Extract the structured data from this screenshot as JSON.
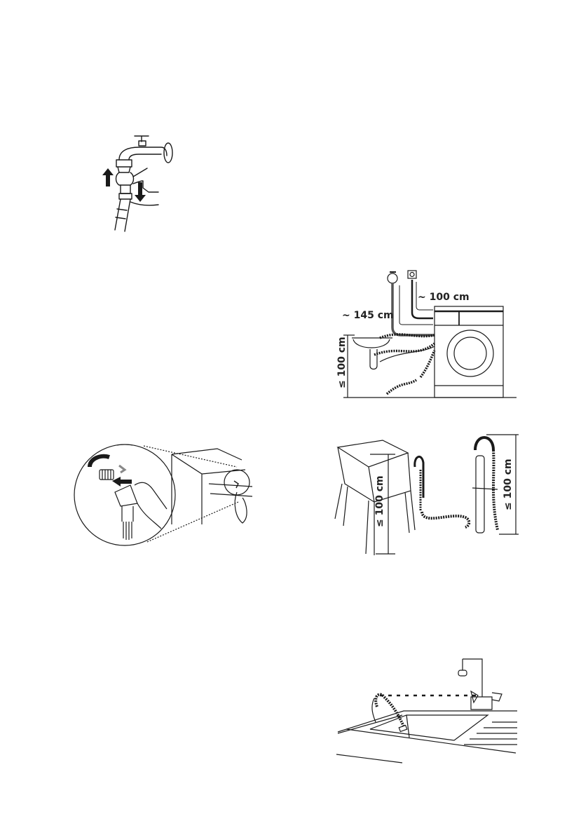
{
  "page": {
    "background": "#ffffff",
    "ink_color": "#1a1a1a"
  },
  "figures": {
    "tap_connection": {
      "description": "Hand screwing inlet hose onto water tap",
      "arrows": [
        "up-arrow",
        "down-arrow"
      ]
    },
    "hose_routing": {
      "description": "Washing machine beside sink with water tap and power socket above",
      "label_power": "~ 100 cm",
      "label_water": "~ 145 cm",
      "label_height": "≤ 100 cm"
    },
    "machine_inlet_connection": {
      "description": "Magnified view of inlet hose being screwed onto back of machine"
    },
    "tub_and_standpipe": {
      "description": "Drain hose hooked on laundry tub and into standpipe",
      "label_tub_height": "≤ 100 cm",
      "label_standpipe_height": "≤ 100 cm"
    },
    "sink_hook": {
      "description": "Drain hose hooked over sink edge, tied to tap"
    }
  }
}
